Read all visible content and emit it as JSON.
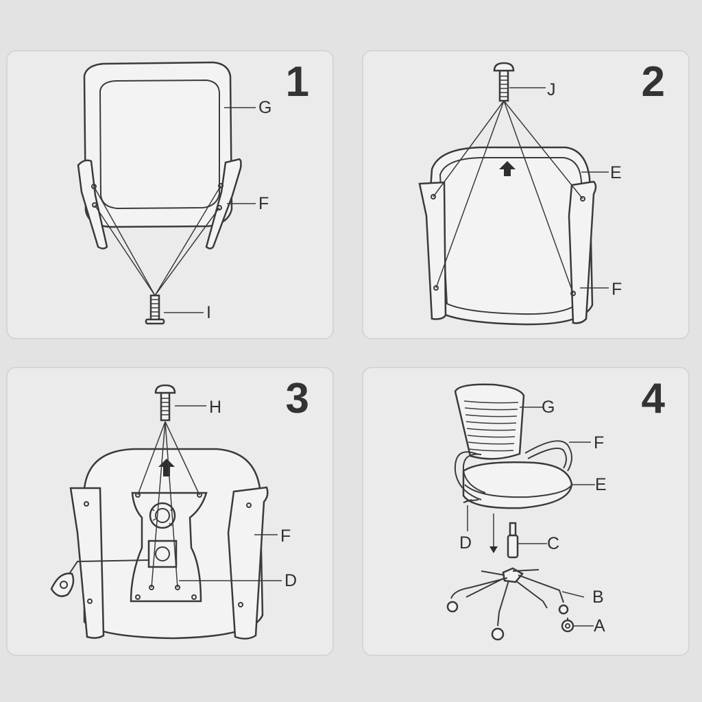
{
  "panels": [
    {
      "step": "1",
      "labels": {
        "g": "G",
        "f": "F",
        "i": "I"
      }
    },
    {
      "step": "2",
      "labels": {
        "j": "J",
        "e": "E",
        "f": "F"
      }
    },
    {
      "step": "3",
      "labels": {
        "h": "H",
        "f": "F",
        "d": "D"
      }
    },
    {
      "step": "4",
      "labels": {
        "g": "G",
        "f": "F",
        "e": "E",
        "d": "D",
        "c": "C",
        "b": "B",
        "a": "A"
      }
    }
  ],
  "colors": {
    "background": "#e3e3e3",
    "panel": "#ebebeb",
    "ink": "#333333"
  }
}
